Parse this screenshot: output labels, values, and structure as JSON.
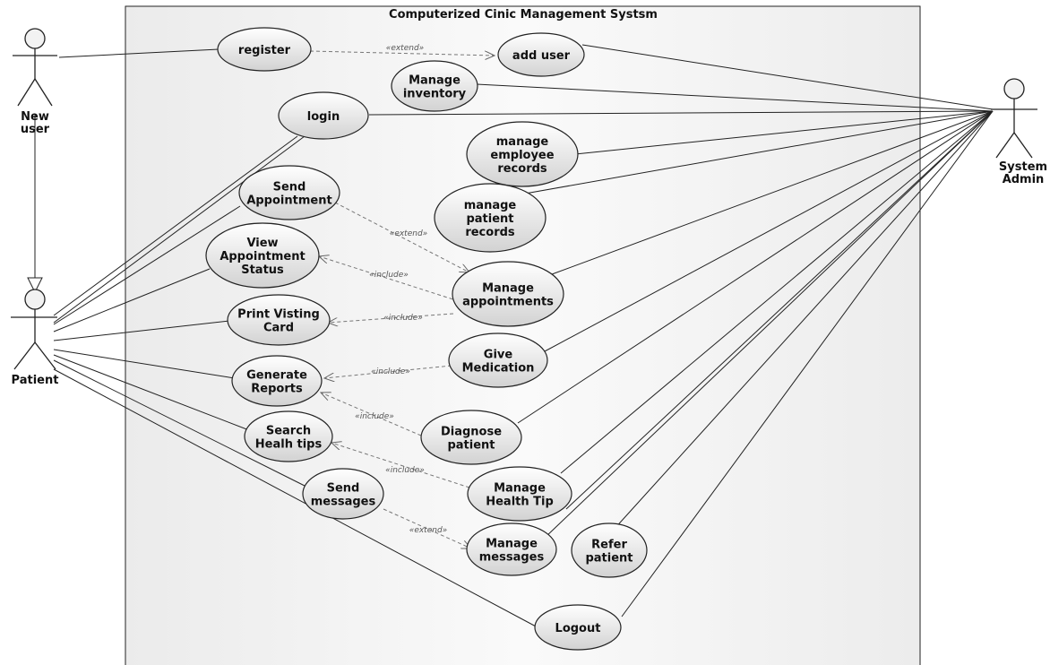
{
  "system": {
    "title": "Computerized Cinic Management Systsm"
  },
  "actors": {
    "new_user": [
      "New",
      "user"
    ],
    "patient": [
      "Patient"
    ],
    "admin": [
      "System",
      "Admin"
    ]
  },
  "use_cases": {
    "register": [
      "register"
    ],
    "add_user": [
      "add user"
    ],
    "inventory": [
      "Manage",
      "inventory"
    ],
    "login": [
      "login"
    ],
    "employee": [
      "manage",
      "employee",
      "records"
    ],
    "patient_rec": [
      "manage",
      "patient",
      "records"
    ],
    "send_appt": [
      "Send",
      "Appointment"
    ],
    "view_appt": [
      "View",
      "Appointment",
      "Status"
    ],
    "manage_appt": [
      "Manage",
      "appointments"
    ],
    "print_card": [
      "Print Visting",
      "Card"
    ],
    "give_med": [
      "Give",
      "Medication"
    ],
    "gen_reports": [
      "Generate",
      "Reports"
    ],
    "diagnose": [
      "Diagnose",
      "patient"
    ],
    "search_tips": [
      "Search",
      "Healh tips"
    ],
    "health_tip": [
      "Manage",
      "Health Tip"
    ],
    "send_msg": [
      "Send",
      "messages"
    ],
    "manage_msg": [
      "Manage",
      "messages"
    ],
    "refer": [
      "Refer",
      "patient"
    ],
    "logout": [
      "Logout"
    ]
  },
  "relations": {
    "register_add_user": "«extend»",
    "send_appt_manage": "«extend»",
    "view_include": "«include»",
    "print_include": "«include»",
    "med_include": "«include»",
    "diagnose_include": "«include»",
    "tip_include": "«include»",
    "msg_extend": "«extend»"
  },
  "colors": {
    "line": "#222222",
    "dashed": "#777777",
    "ellipse_fill_top": "#ffffff",
    "ellipse_fill_bottom": "#d4d4d4",
    "system_bg": "#f3f3f3"
  }
}
